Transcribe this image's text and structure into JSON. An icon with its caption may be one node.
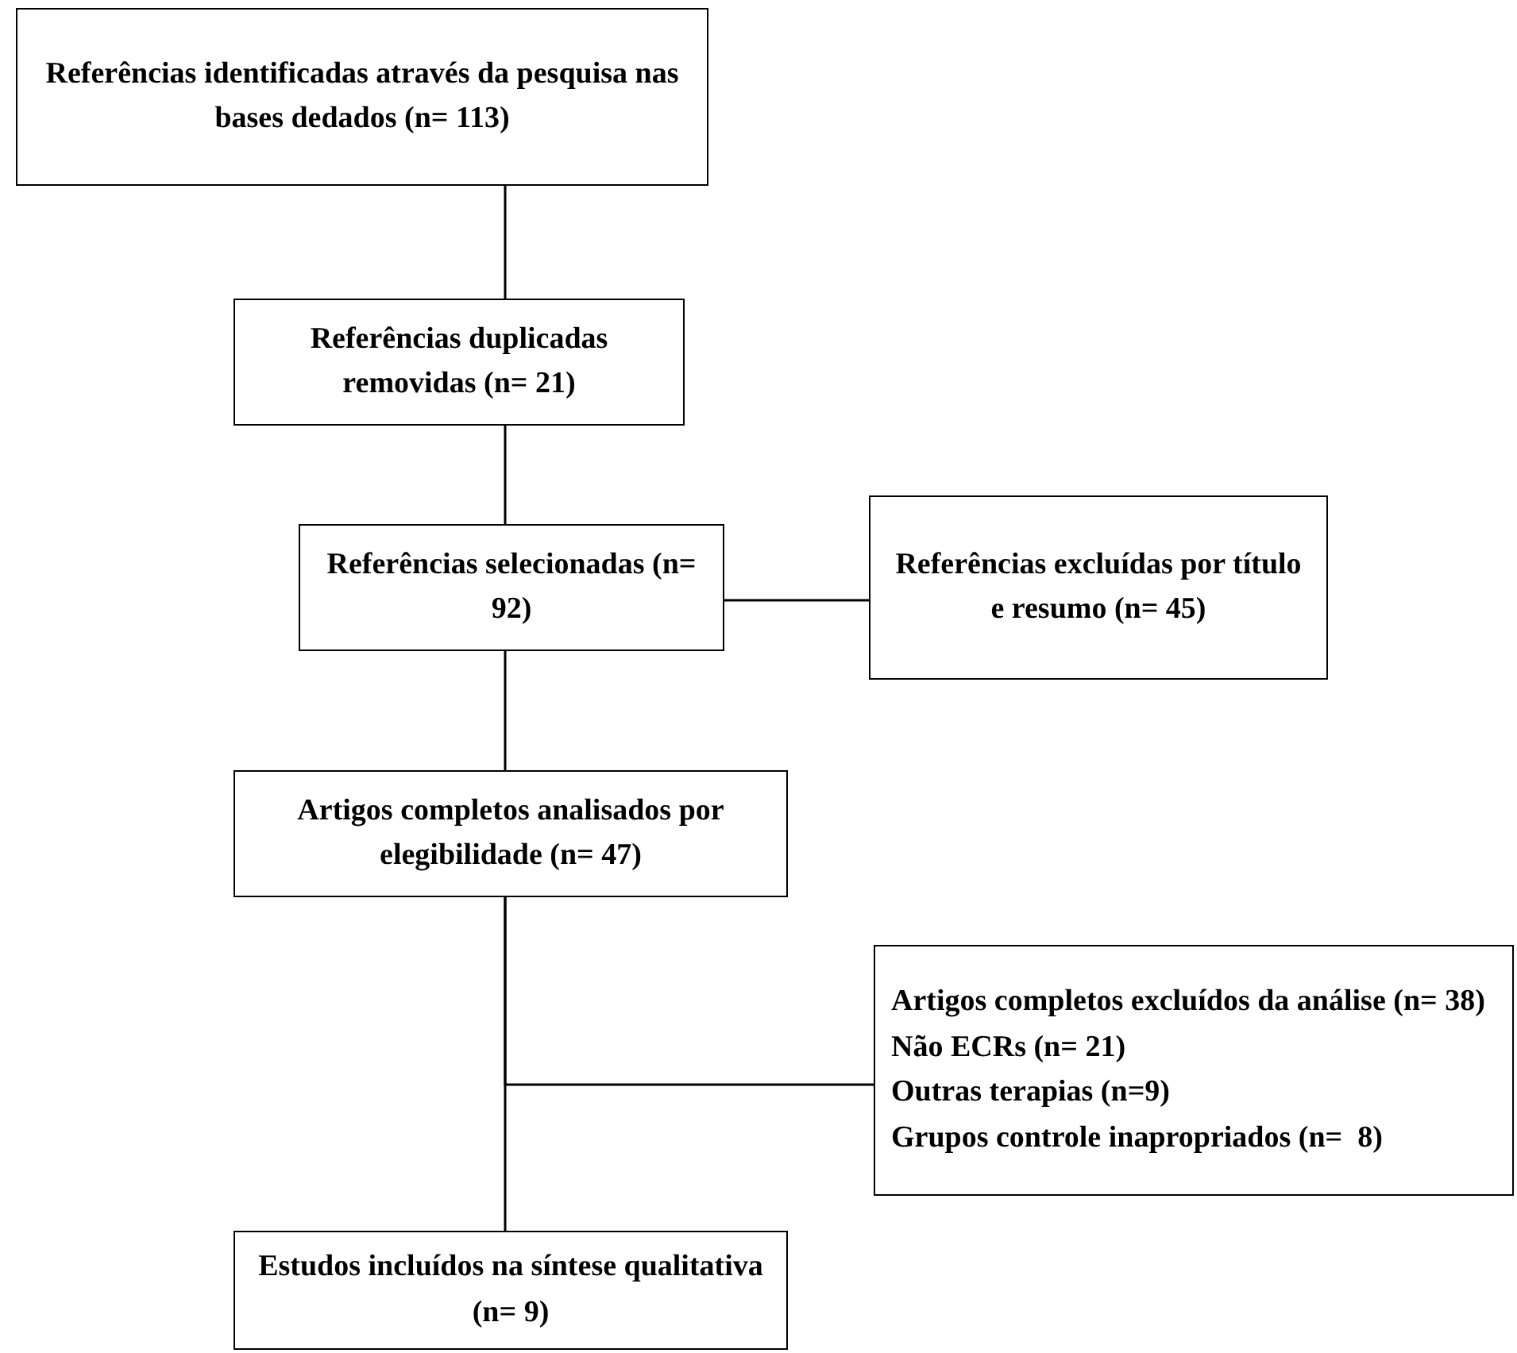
{
  "diagram": {
    "nodes": [
      {
        "text": [
          "Referências identificadas através da pesquisa nas bases dedados (n= 113)"
        ]
      },
      {
        "text": [
          "Referências duplicadas removidas (n= 21)"
        ]
      },
      {
        "text": [
          "Referências selecionadas (n= 92)"
        ]
      },
      {
        "text": [
          "Referências excluídas por título e resumo (n= 45)"
        ]
      },
      {
        "text": [
          "Artigos completos analisados por elegibilidade (n= 47)"
        ]
      },
      {
        "text": [
          "Artigos completos excluídos da análise (n= 38)",
          "Não ECRs (n= 21)",
          "Outras terapias (n=9)",
          "Grupos controle inapropriados (n=  8)"
        ]
      },
      {
        "text": [
          "Estudos incluídos na síntese qualitativa (n= 9)"
        ]
      }
    ],
    "edges": [
      {
        "from": 0,
        "to": 1,
        "arrow": "none"
      },
      {
        "from": 1,
        "to": 2,
        "arrow": "none"
      },
      {
        "from": 2,
        "to": 3,
        "arrow": "none"
      },
      {
        "from": 2,
        "to": 4,
        "arrow": "none"
      },
      {
        "from": 4,
        "to": 5,
        "arrow": "none"
      },
      {
        "from": 4,
        "to": 6,
        "arrow": "none"
      }
    ]
  }
}
